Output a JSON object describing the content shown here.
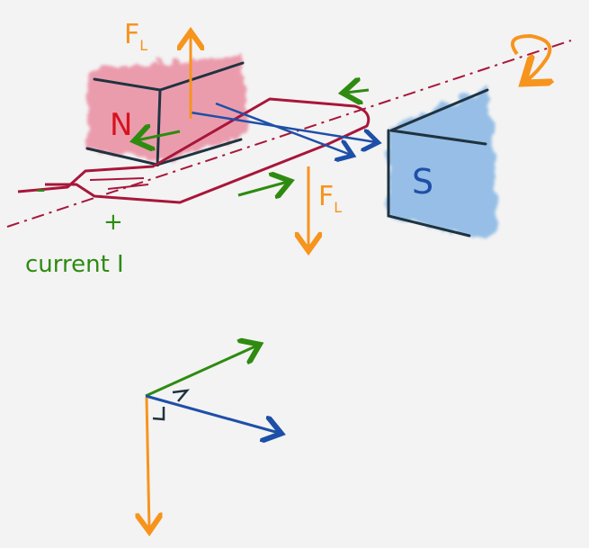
{
  "labels": {
    "force_top": "F",
    "force_top_sub": "L",
    "force_bottom": "F",
    "force_bottom_sub": "L",
    "north": "N",
    "south": "S",
    "minus": "-",
    "plus": "+",
    "current": "current I"
  },
  "colors": {
    "background": "#f3f3f3",
    "force": "#f7941d",
    "field": "#1e4fa8",
    "current": "#2e8b10",
    "wire": "#a8163a",
    "north_fill": "#e87f96",
    "south_fill": "#7fb2e3",
    "outline": "#1f3340"
  }
}
